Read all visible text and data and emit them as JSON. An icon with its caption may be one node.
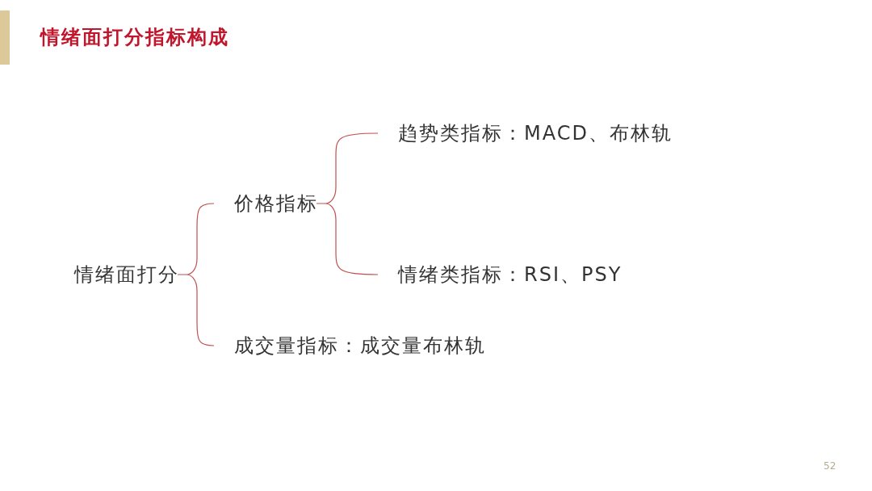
{
  "diagram": {
    "title": "情绪面打分指标构成",
    "nodes": [
      {
        "text": [
          "情绪面打分"
        ]
      },
      {
        "text": [
          "价格指标"
        ]
      },
      {
        "text": [
          "成交量指标：成交量布林轨"
        ]
      },
      {
        "text": [
          "趋势类指标：MACD、布林轨"
        ]
      },
      {
        "text": [
          "情绪类指标：RSI、PSY"
        ]
      }
    ],
    "edges": [
      {
        "from": 0,
        "to": 1,
        "arrow": "none"
      },
      {
        "from": 0,
        "to": 2,
        "arrow": "none"
      },
      {
        "from": 1,
        "to": 3,
        "arrow": "none"
      },
      {
        "from": 1,
        "to": 4,
        "arrow": "none"
      }
    ],
    "labels": [
      "52"
    ]
  }
}
